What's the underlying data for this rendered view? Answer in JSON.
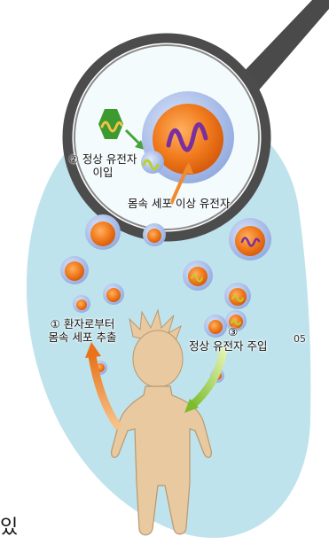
{
  "labels": {
    "step2_line1": "② 정상 유전자",
    "step2_line2": "이입",
    "abnormal_gene": "몸속 세포 이상 유전자",
    "step1_line1": "① 환자로부터",
    "step1_line2": "몸속 세포 추출",
    "step3_line1": "③",
    "step3_line2": "정상 유전자 주입",
    "page_number": "05",
    "cut_off_text": "있"
  },
  "colors": {
    "background_blob": "#bfe3ec",
    "cell_orange": "#f07a1c",
    "membrane_blue": "#7d97d6",
    "gene_purple": "#7a2fa0",
    "virus_green": "#3d9a2e",
    "skin": "#e9c9a0",
    "lens_frame": "#4a4a4a"
  }
}
